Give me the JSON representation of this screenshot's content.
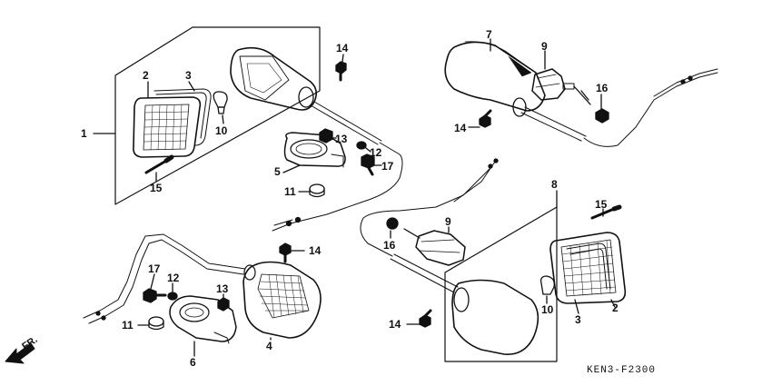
{
  "diagram": {
    "callouts": {
      "c1": "1",
      "c2a": "2",
      "c3a": "3",
      "c10a": "10",
      "c15a": "15",
      "c14a": "14",
      "c13a": "13",
      "c12a": "12",
      "c17a": "17",
      "c5": "5",
      "c11a": "11",
      "c7": "7",
      "c9a": "9",
      "c16a": "16",
      "c14b": "14",
      "c8": "8",
      "c9b": "9",
      "c16b": "16",
      "c15b": "15",
      "c10b": "10",
      "c3b": "3",
      "c2b": "2",
      "c14c": "14",
      "c14d": "14",
      "c17b": "17",
      "c12b": "12",
      "c13b": "13",
      "c11b": "11",
      "c6": "6",
      "c4": "4"
    },
    "direction_label": "FR.",
    "figure_code": "KEN3-F2300"
  }
}
